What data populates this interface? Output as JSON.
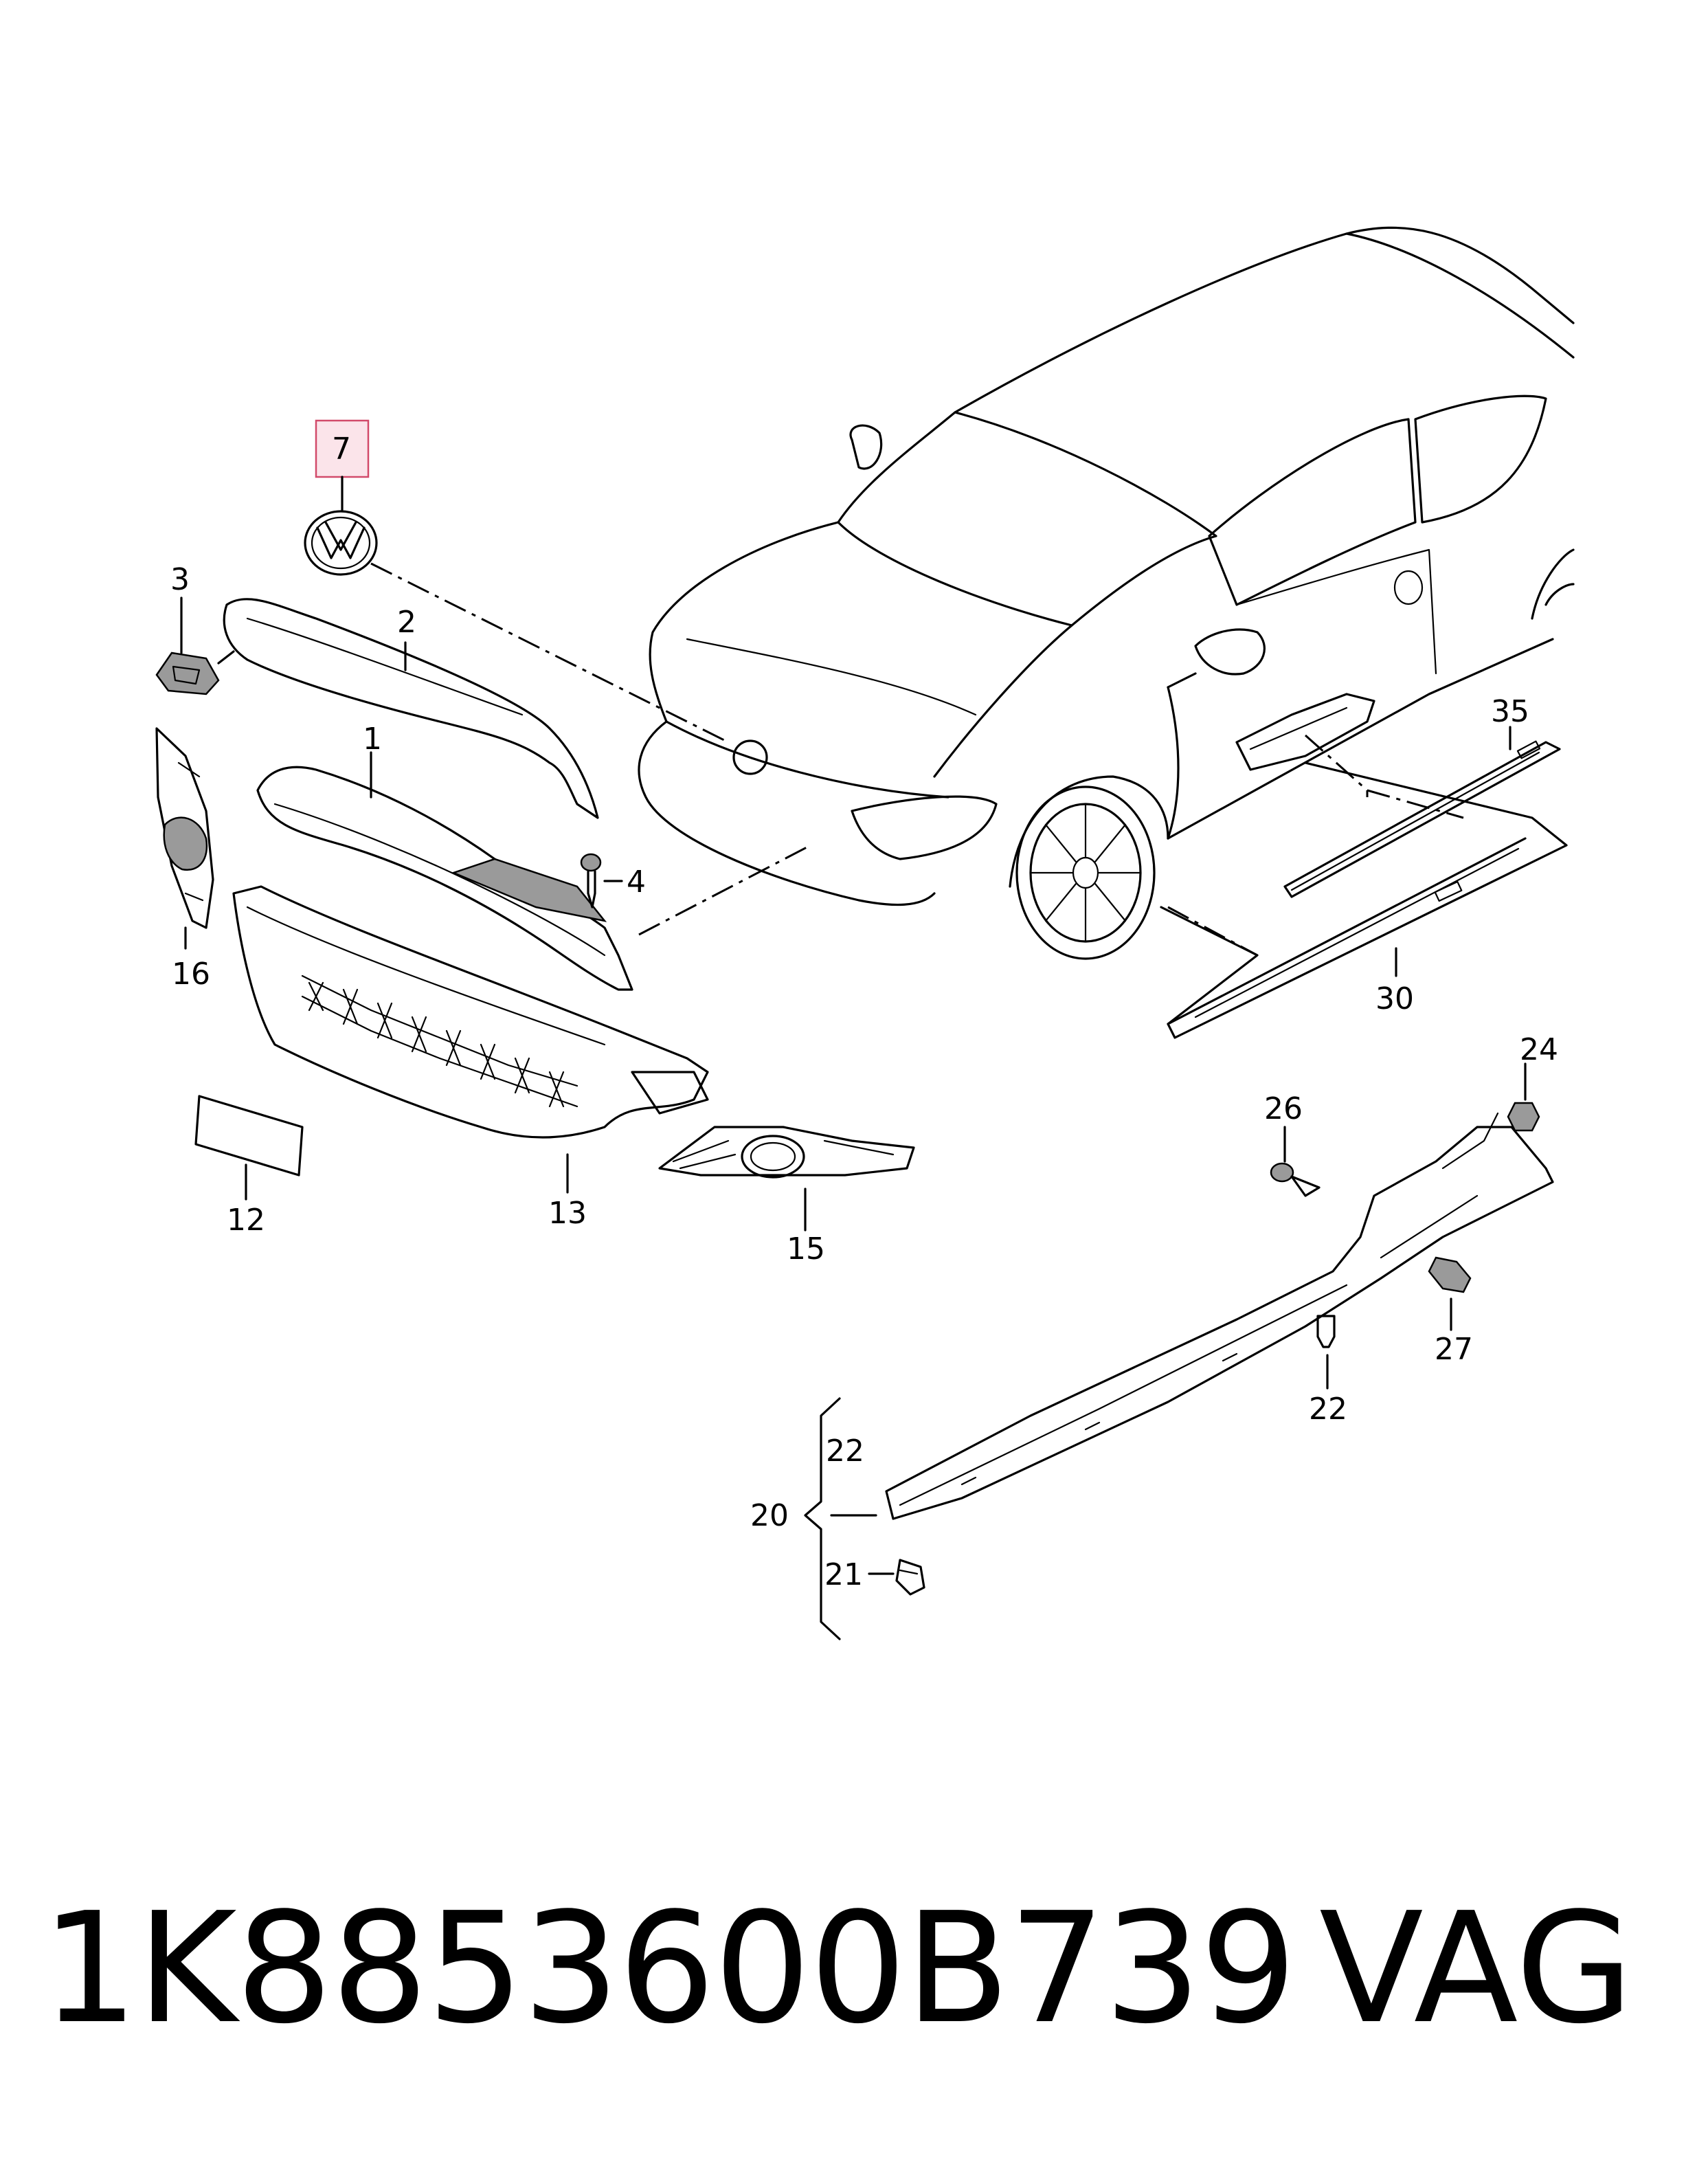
{
  "labels": {
    "l1": "1",
    "l2": "2",
    "l3": "3",
    "l4": "4",
    "l7": "7",
    "l12": "12",
    "l13": "13",
    "l15": "15",
    "l16": "16",
    "l20": "20",
    "l21": "21",
    "l22a": "22",
    "l22b": "22",
    "l24": "24",
    "l26": "26",
    "l27": "27",
    "l30": "30",
    "l35": "35"
  },
  "highlighted_part": "7",
  "footer": {
    "part_number": "1K8853600B739",
    "brand": "VAG"
  },
  "colors": {
    "highlight_fill": "#fbe4ea",
    "highlight_border": "#d24a6a",
    "line": "#000000"
  }
}
